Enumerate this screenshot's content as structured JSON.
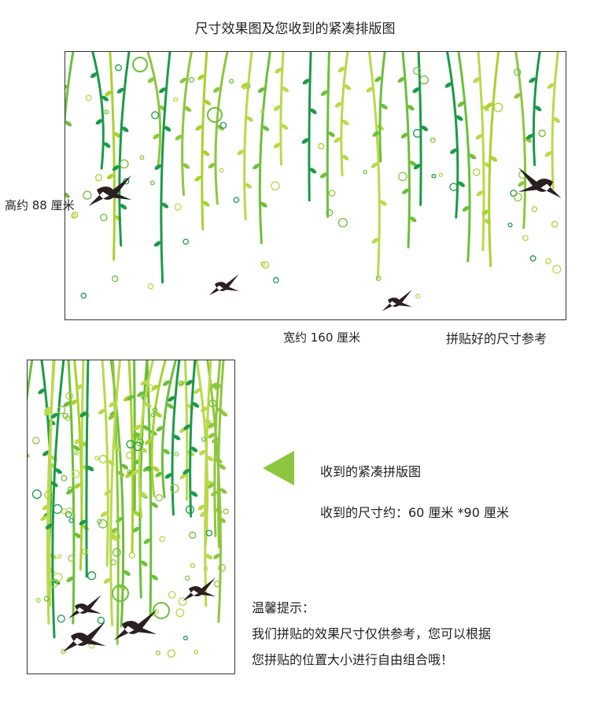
{
  "top_section": {
    "title": "尺寸效果图及您收到的紧凑排版图",
    "height_label": "高约 88 厘米",
    "width_label": "宽约 160 厘米",
    "reference_label": "拼贴好的尺寸参考"
  },
  "bottom_section": {
    "sheet_label": "收到的紧凑拼版图",
    "sheet_size": "收到的尺寸约：60 厘米 *90 厘米",
    "tip_title": "温馨提示：",
    "tip_line1": "我们拼贴的效果尺寸仅供参考，您可以根据",
    "tip_line2": "您拼贴的位置大小进行自由组合哦！"
  },
  "colors": {
    "light_green": "#a9d12e",
    "mid_green": "#6cbf3a",
    "dark_green": "#1c9a48",
    "bird": "#2b1f1f",
    "arrow": "#8cc63f"
  },
  "icons": [
    "vine-illustration",
    "swallow-bird-icon",
    "bubble-circle",
    "left-arrow-icon"
  ]
}
